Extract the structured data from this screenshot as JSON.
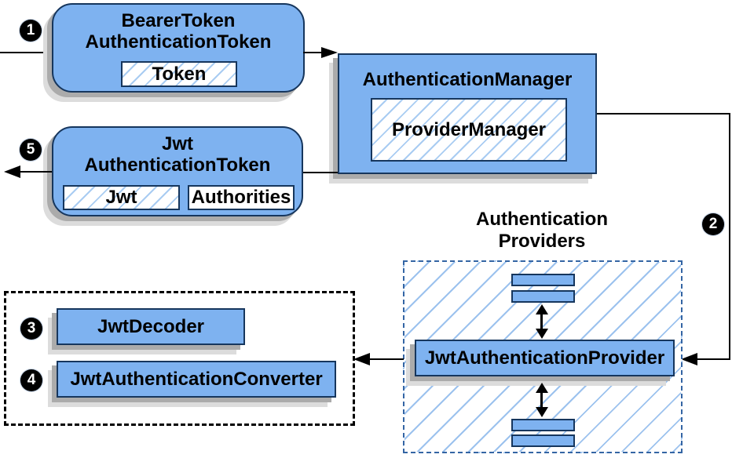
{
  "colors": {
    "box_fill": "#7EB2F0",
    "box_border": "#16365D",
    "hatch": "#A9CCF2",
    "big_hatch": "#9CC2EE",
    "dashed_blue": "#3465A4",
    "shadow_dark": "#ABABAB",
    "shadow_light": "#DCDCDC",
    "line": "#000000",
    "badge_bg": "#000000",
    "badge_fg": "#FFFFFF"
  },
  "nodes": {
    "bearer": {
      "title_line1": "BearerToken",
      "title_line2": "AuthenticationToken",
      "chip_token": "Token"
    },
    "manager": {
      "title": "AuthenticationManager",
      "chip_provider_manager": "ProviderManager"
    },
    "jwt_token": {
      "title_line1": "Jwt",
      "title_line2": "AuthenticationToken",
      "chip_jwt": "Jwt",
      "chip_authorities": "Authorities"
    },
    "providers_group": {
      "label_line1": "Authentication",
      "label_line2": "Providers",
      "provider_box": "JwtAuthenticationProvider"
    },
    "dependencies_group": {
      "decoder": "JwtDecoder",
      "converter": "JwtAuthenticationConverter"
    }
  },
  "steps": {
    "s1": "1",
    "s2": "2",
    "s3": "3",
    "s4": "4",
    "s5": "5"
  }
}
